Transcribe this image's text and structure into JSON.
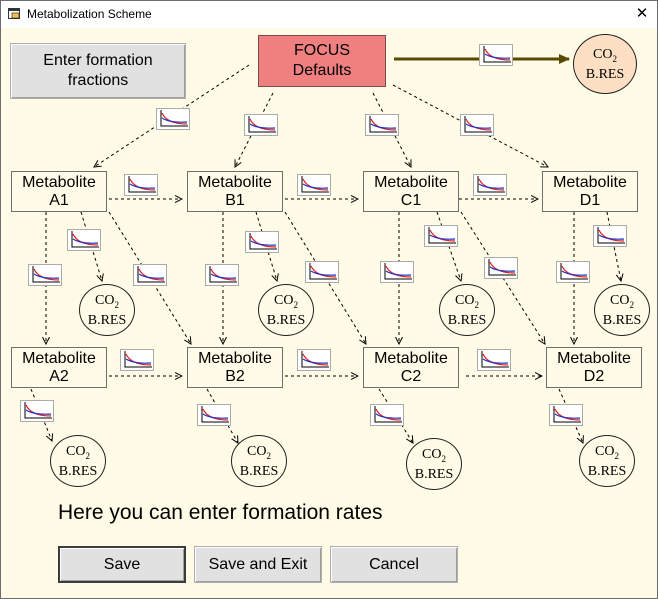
{
  "window": {
    "title": "Metabolization Scheme",
    "close_glyph": "✕"
  },
  "buttons": {
    "formation_fractions": "Enter formation fractions",
    "focus_defaults": "FOCUS Defaults",
    "save": "Save",
    "save_exit": "Save and Exit",
    "cancel": "Cancel"
  },
  "metabolites": [
    {
      "id": "A1",
      "line1": "Metabolite",
      "line2": "A1"
    },
    {
      "id": "B1",
      "line1": "Metabolite",
      "line2": "B1"
    },
    {
      "id": "C1",
      "line1": "Metabolite",
      "line2": "C1"
    },
    {
      "id": "D1",
      "line1": "Metabolite",
      "line2": "D1"
    },
    {
      "id": "A2",
      "line1": "Metabolite",
      "line2": "A2"
    },
    {
      "id": "B2",
      "line1": "Metabolite",
      "line2": "B2"
    },
    {
      "id": "C2",
      "line1": "Metabolite",
      "line2": "C2"
    },
    {
      "id": "D2",
      "line1": "Metabolite",
      "line2": "D2"
    }
  ],
  "sink": {
    "formula": "CO",
    "subscript": "2",
    "label": "B.RES"
  },
  "hint": "Here you can enter formation rates",
  "colors": {
    "background": "#fffbe6",
    "focus_fill": "#f08080",
    "co2_parent_fill": "#fde0c4",
    "arrow_parent": "#5a4a00"
  },
  "icons": {
    "kinetic": "decline-curve-icon",
    "app": "app-window-icon",
    "close": "close-icon"
  }
}
